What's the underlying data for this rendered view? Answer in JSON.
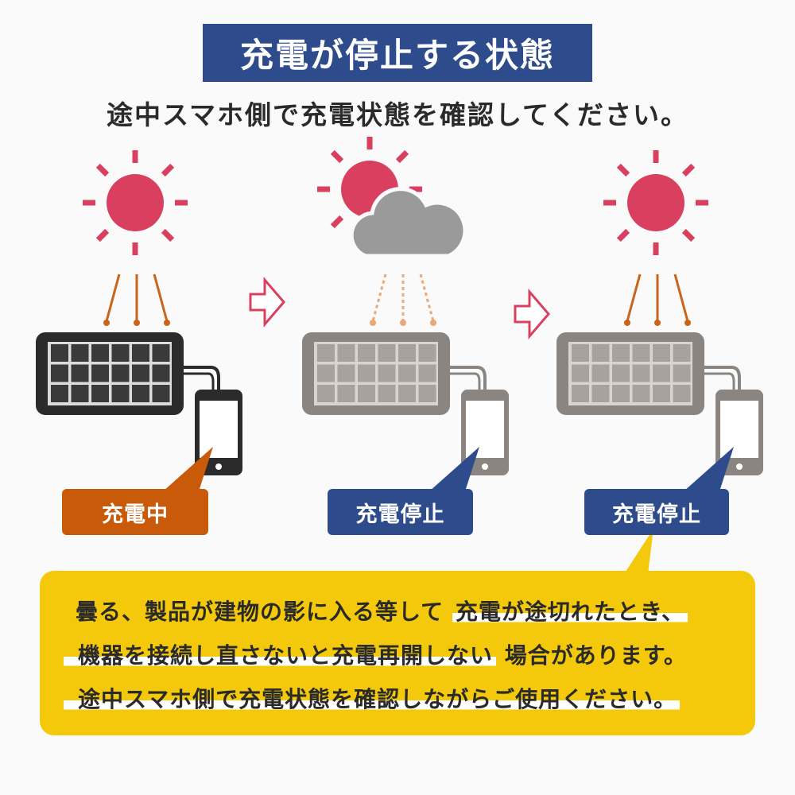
{
  "header": {
    "title": "充電が停止する状態",
    "subtitle": "途中スマホ側で充電状態を確認してください。"
  },
  "panels": [
    {
      "weather": "sun",
      "label": "充電中",
      "label_color": "#c85a0a",
      "panel_color": "#2b2b2b",
      "arrows": "solid"
    },
    {
      "weather": "sun-behind-cloud",
      "label": "充電停止",
      "label_color": "#2e4c8c",
      "panel_color": "#8a8580",
      "arrows": "dashed"
    },
    {
      "weather": "sun",
      "label": "充電停止",
      "label_color": "#2e4c8c",
      "panel_color": "#8a8580",
      "arrows": "solid"
    }
  ],
  "note": {
    "line1_plain": "曇る、製品が建物の影に入る等して",
    "line1_highlight": "充電が途切れたとき、",
    "line2_highlight": "機器を接続し直さないと充電再開しない",
    "line2_plain": "場合があります。",
    "line3_highlight": "途中スマホ側で充電状態を確認しながらご使用ください。"
  },
  "colors": {
    "title_bg": "#2e4c8c",
    "sun": "#d94060",
    "cloud": "#9a9a9a",
    "arrow": "#c8651a",
    "next_arrow": "#d94060",
    "note_bg": "#f4c90c"
  }
}
